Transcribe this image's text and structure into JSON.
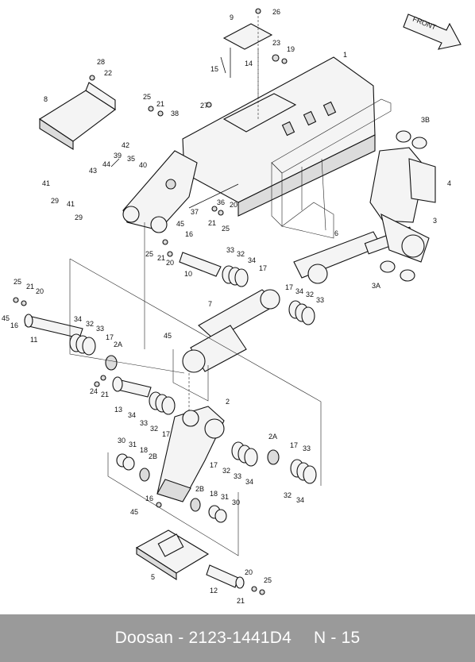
{
  "diagram": {
    "direction_label": "FRONT",
    "part_labels": [
      "1",
      "2",
      "2A",
      "2B",
      "3",
      "3A",
      "3B",
      "4",
      "5",
      "6",
      "7",
      "8",
      "9",
      "10",
      "11",
      "12",
      "13",
      "14",
      "15",
      "16",
      "17",
      "18",
      "19",
      "20",
      "21",
      "22",
      "23",
      "24",
      "25",
      "26",
      "27",
      "28",
      "29",
      "30",
      "31",
      "32",
      "33",
      "34",
      "35",
      "36",
      "37",
      "38",
      "39",
      "40",
      "41",
      "42",
      "43",
      "44",
      "45"
    ]
  },
  "footer": {
    "brand": "Doosan",
    "separator": "-",
    "part_number": "2123-1441D4",
    "page": "N - 15"
  }
}
